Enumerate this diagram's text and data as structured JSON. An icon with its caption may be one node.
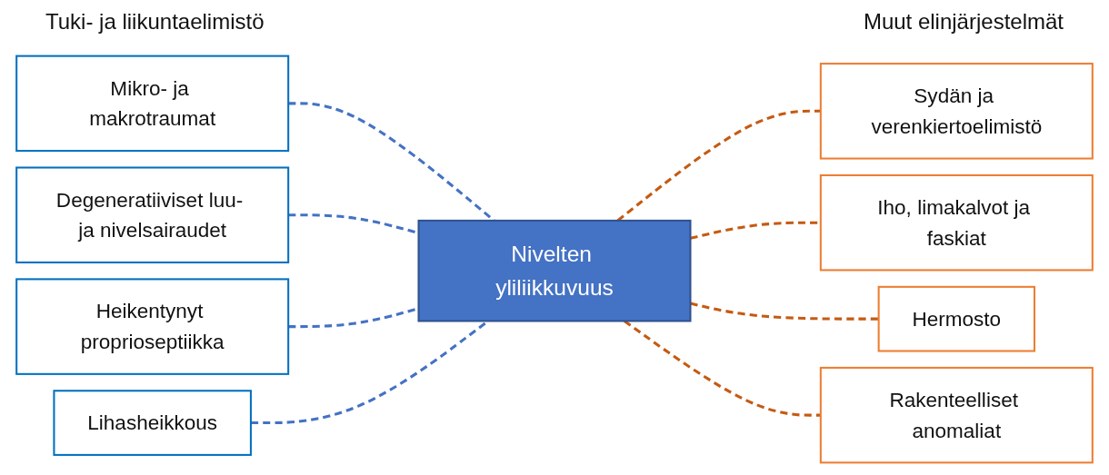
{
  "diagram": {
    "nodes": [
      {
        "text": [
          "Mikro- ja makrotraumat"
        ]
      },
      {
        "text": [
          "Degeneratiiviset luu- ja nivelsairaudet"
        ]
      },
      {
        "text": [
          "Heikentynyt proprioseptiikka"
        ]
      },
      {
        "text": [
          "Lihasheikkous"
        ]
      },
      {
        "text": [
          "Nivelten yliliikkuvuus"
        ]
      },
      {
        "text": [
          "Sydän ja verenkiertoelimistö"
        ]
      },
      {
        "text": [
          "Iho, limakalvot ja faskiat"
        ]
      },
      {
        "text": [
          "Hermosto"
        ]
      },
      {
        "text": [
          "Rakenteelliset anomaliat"
        ]
      }
    ],
    "edges": [
      {
        "from": 0,
        "to": 4,
        "arrow": "none",
        "style": "dashed",
        "color": "#4472c4"
      },
      {
        "from": 1,
        "to": 4,
        "arrow": "none",
        "style": "dashed",
        "color": "#4472c4"
      },
      {
        "from": 2,
        "to": 4,
        "arrow": "none",
        "style": "dashed",
        "color": "#4472c4"
      },
      {
        "from": 3,
        "to": 4,
        "arrow": "none",
        "style": "dashed",
        "color": "#4472c4"
      },
      {
        "from": 4,
        "to": 5,
        "arrow": "none",
        "style": "dashed",
        "color": "#c55a11"
      },
      {
        "from": 4,
        "to": 6,
        "arrow": "none",
        "style": "dashed",
        "color": "#c55a11"
      },
      {
        "from": 4,
        "to": 7,
        "arrow": "none",
        "style": "dashed",
        "color": "#c55a11"
      },
      {
        "from": 4,
        "to": 8,
        "arrow": "none",
        "style": "dashed",
        "color": "#c55a11"
      }
    ],
    "labels": [
      "Tuki- ja liikuntaelimistö",
      "Muut elinjärjestelmät"
    ]
  }
}
